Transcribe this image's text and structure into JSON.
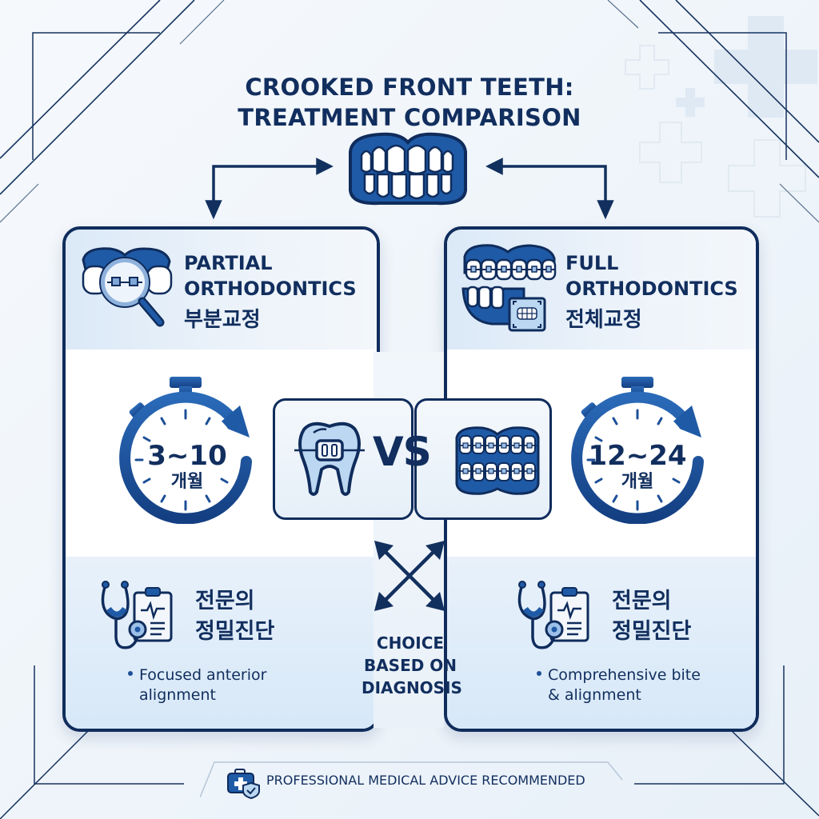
{
  "title": {
    "line1": "CROOKED FRONT TEETH:",
    "line2": "TREATMENT COMPARISON"
  },
  "colors": {
    "navy": "#0f2c5c",
    "blue": "#1d4f97",
    "light_blue": "#bcd7f1",
    "background": "#f1f6fb"
  },
  "icons": {
    "center": "teeth-icon",
    "left_header": "magnifier-braces-icon",
    "right_header": "full-braces-xray-icon",
    "timer": "stopwatch-icon",
    "diagnosis": "stethoscope-clipboard-icon",
    "vs_left": "tooth-bracket-icon",
    "vs_right": "braces-arch-icon",
    "choice": "four-way-arrows-icon",
    "footer": "medical-kit-shield-icon"
  },
  "partial": {
    "title_line1": "PARTIAL",
    "title_line2": "ORTHODONTICS",
    "title_kr": "부분교정",
    "duration": "3~10",
    "unit": "개월",
    "diagnosis_line1": "전문의",
    "diagnosis_line2": "정밀진단",
    "bullet_line1": "Focused anterior",
    "bullet_line2": "alignment"
  },
  "full": {
    "title_line1": "FULL",
    "title_line2": "ORTHODONTICS",
    "title_kr": "전체교정",
    "duration": "12~24",
    "unit": "개월",
    "diagnosis_line1": "전문의",
    "diagnosis_line2": "정밀진단",
    "bullet_line1": "Comprehensive bite",
    "bullet_line2": "& alignment"
  },
  "vs": {
    "label": "VS"
  },
  "choice": {
    "line1": "CHOICE",
    "line2": "BASED ON",
    "line3": "DIAGNOSIS"
  },
  "footer": {
    "text": "PROFESSIONAL MEDICAL ADVICE RECOMMENDED"
  }
}
